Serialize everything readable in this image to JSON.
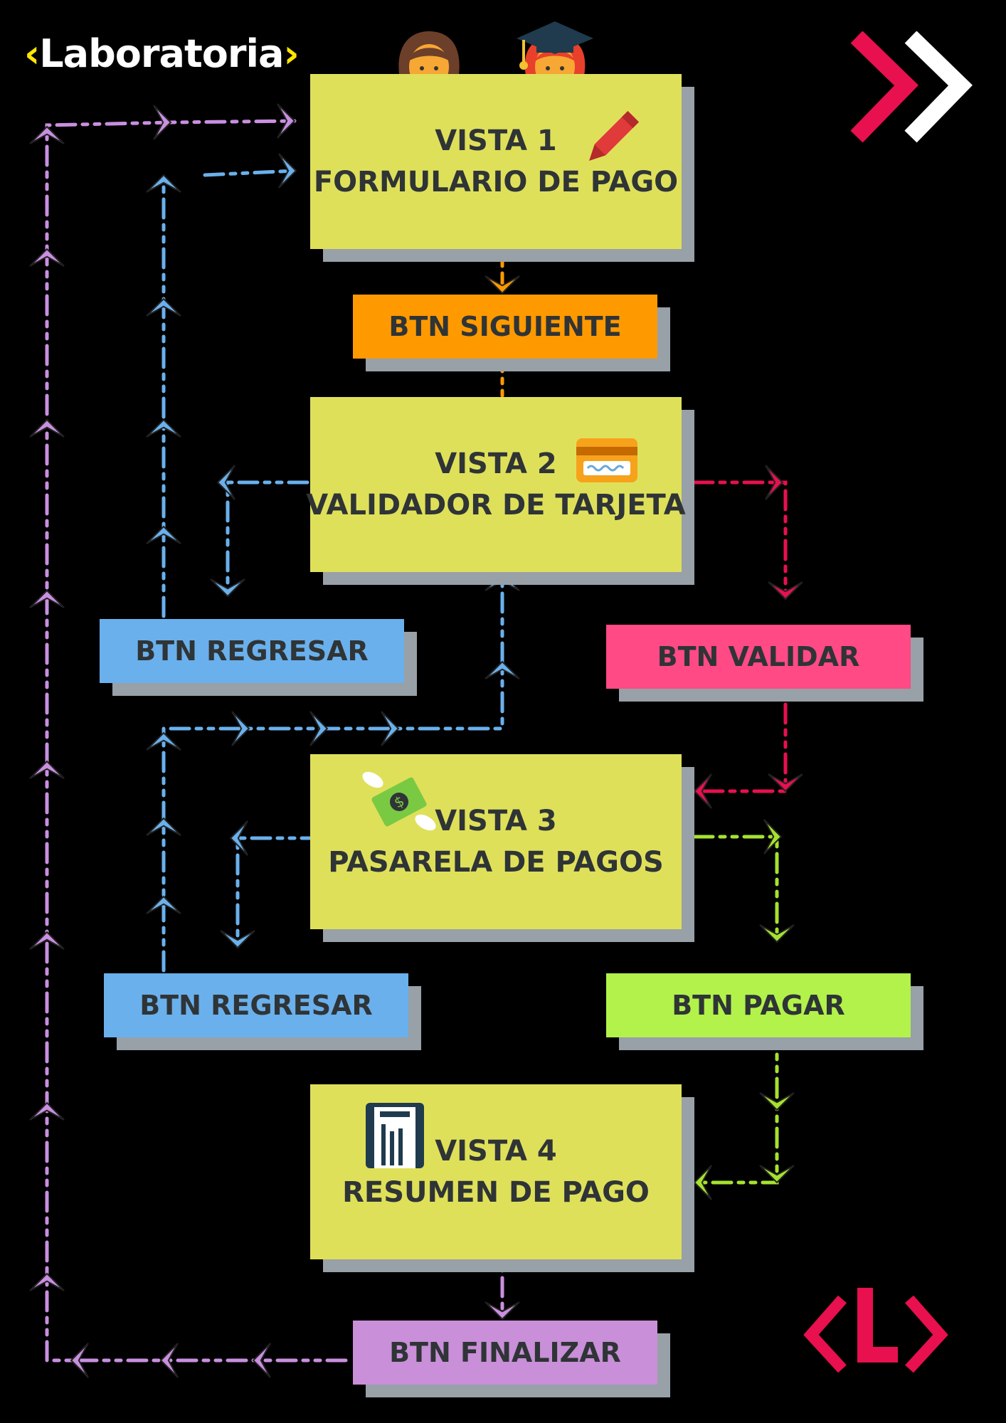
{
  "brand": {
    "name": "Laboratoria",
    "accent_yellow": "#ffe600",
    "accent_pink": "#e8104e"
  },
  "views": [
    {
      "id": "v1",
      "line1": "VISTA 1",
      "line2": "FORMULARIO DE PAGO",
      "icon": "pencil-icon"
    },
    {
      "id": "v2",
      "line1": "VISTA 2",
      "line2": "VALIDADOR DE TARJETA",
      "icon": "credit-card-icon"
    },
    {
      "id": "v3",
      "line1": "VISTA 3",
      "line2": "PASARELA DE PAGOS",
      "icon": "money-wings-icon"
    },
    {
      "id": "v4",
      "line1": "VISTA 4",
      "line2": "RESUMEN DE PAGO",
      "icon": "receipt-icon"
    }
  ],
  "buttons": {
    "siguiente": "BTN SIGUIENTE",
    "regresar_1": "BTN REGRESAR",
    "validar": "BTN VALIDAR",
    "regresar_2": "BTN REGRESAR",
    "pagar": "BTN PAGAR",
    "finalizar": "BTN FINALIZAR"
  },
  "colors": {
    "view_box": "#dfe05a",
    "siguiente": "#ff9900",
    "regresar": "#6ab0ec",
    "validar": "#ff4a86",
    "pagar": "#b2f24a",
    "finalizar": "#c98fd8",
    "arrow_orange": "#ff9900",
    "arrow_blue": "#6ab0ec",
    "arrow_pink": "#e8104e",
    "arrow_green": "#a6e22e",
    "arrow_purple": "#c98fe0"
  },
  "edges": [
    {
      "from": "v1",
      "to": "siguiente",
      "color": "arrow_orange"
    },
    {
      "from": "siguiente",
      "to": "v2",
      "color": "arrow_orange"
    },
    {
      "from": "v2",
      "to": "validar",
      "color": "arrow_pink"
    },
    {
      "from": "validar",
      "to": "v3",
      "color": "arrow_pink"
    },
    {
      "from": "v2",
      "to": "regresar_1",
      "color": "arrow_blue"
    },
    {
      "from": "regresar_1",
      "to": "v1",
      "color": "arrow_blue"
    },
    {
      "from": "v3",
      "to": "regresar_2",
      "color": "arrow_blue"
    },
    {
      "from": "regresar_2",
      "to": "v2",
      "color": "arrow_blue"
    },
    {
      "from": "v3",
      "to": "pagar",
      "color": "arrow_green"
    },
    {
      "from": "pagar",
      "to": "v4",
      "color": "arrow_green"
    },
    {
      "from": "v4",
      "to": "finalizar",
      "color": "arrow_purple"
    },
    {
      "from": "finalizar",
      "to": "v1",
      "color": "arrow_purple"
    }
  ]
}
